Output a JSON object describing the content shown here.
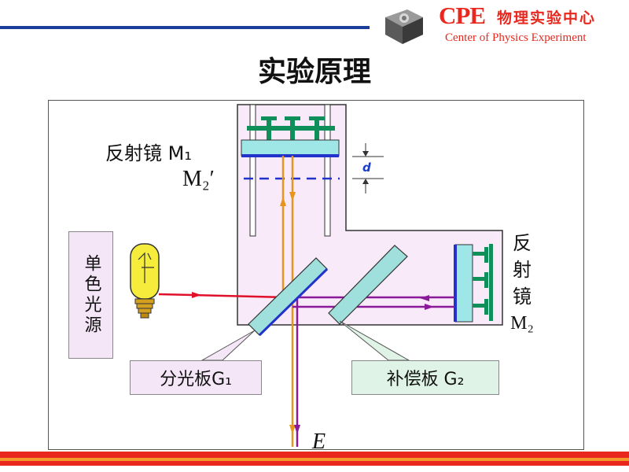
{
  "header": {
    "logo_letters": "CPE",
    "logo_cn": "物理实验中心",
    "logo_en": "Center of Physics Experiment"
  },
  "slide": {
    "title": "实验原理"
  },
  "diagram": {
    "source_label": "单色光源",
    "m1_label": "反射镜 M₁",
    "m2_prime_label": "M₂′",
    "m2_label_lines": [
      "反",
      "射",
      "镜",
      "M₂"
    ],
    "g1_label": "分光板G₁",
    "g2_label": "补偿板 G₂",
    "e_label": "E",
    "d_label": "d",
    "colors": {
      "frame_fill": "#f8eaf8",
      "mirror_fill": "#9fe6e6",
      "mirror_edge": "#2233cc",
      "mount_green": "#0f8f5a",
      "beam_red": "#e0102a",
      "beam_orange": "#e8951e",
      "beam_purple": "#8a1a9a",
      "plate_fill": "#9fe0dc"
    }
  }
}
